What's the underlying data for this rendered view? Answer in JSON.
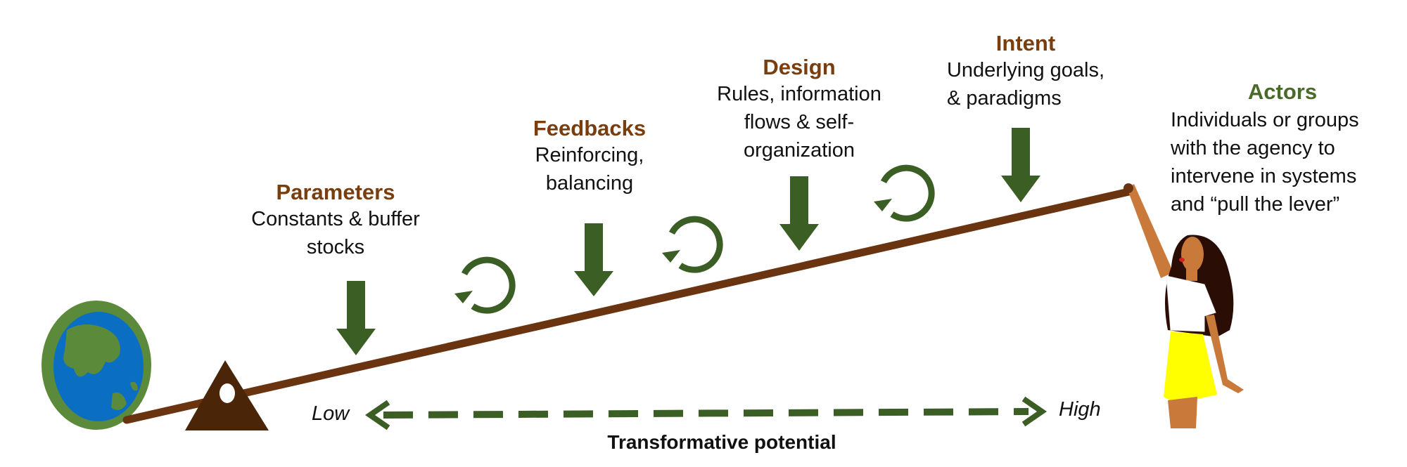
{
  "levers": [
    {
      "title": "Parameters",
      "lines": [
        "Constants & buffer",
        "stocks"
      ]
    },
    {
      "title": "Feedbacks",
      "lines": [
        "Reinforcing,",
        "balancing"
      ]
    },
    {
      "title": "Design",
      "lines": [
        "Rules, information",
        "flows & self-",
        "organization"
      ]
    },
    {
      "title": "Intent",
      "lines": [
        "Underlying goals,",
        "& paradigms"
      ]
    }
  ],
  "actors": {
    "title": "Actors",
    "lines": [
      "Individuals or groups",
      "with the agency to",
      "intervene in systems",
      "and “pull the lever”"
    ]
  },
  "axis": {
    "low": "Low",
    "high": "High",
    "title": "Transformative potential"
  },
  "colors": {
    "title_brown": "#7a3e0e",
    "arrow_green": "#3b5e24",
    "lever_brown": "#6b3410",
    "actors_green": "#4a6a2a"
  }
}
